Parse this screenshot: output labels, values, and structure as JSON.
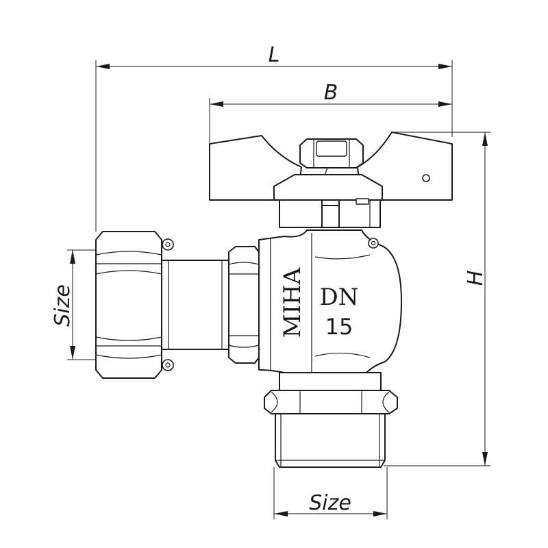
{
  "dimensions": {
    "overall_length": "L",
    "handle_width": "B",
    "height": "H",
    "left_connection": "Size",
    "bottom_connection": "Size"
  },
  "body_marking": {
    "brand": "MIHA",
    "nominal_label": "DN",
    "nominal_size": "15"
  }
}
